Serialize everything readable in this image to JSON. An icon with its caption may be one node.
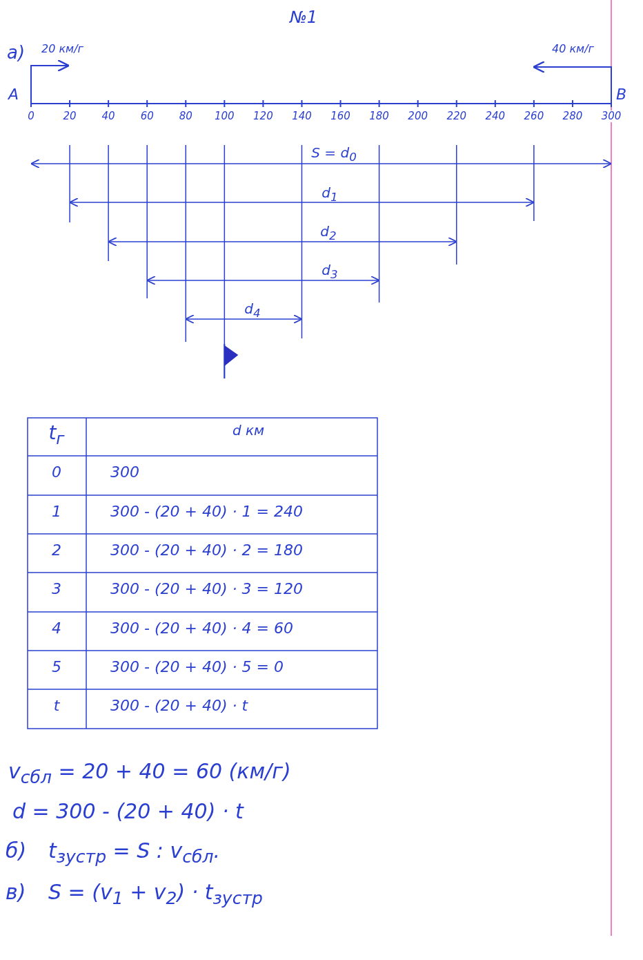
{
  "diagram": {
    "labels": [
      "№1",
      "а)",
      "20 км/г",
      "40 км/г",
      "A",
      "B",
      "0",
      "20",
      "40",
      "60",
      "80",
      "100",
      "120",
      "140",
      "160",
      "180",
      "200",
      "220",
      "240",
      "260",
      "280",
      "300",
      "S = d$_{0}$",
      "d$_{1}$",
      "d$_{2}$",
      "d$_{3}$",
      "d$_{4}$",
      "t$_{г}$",
      "d км",
      "0",
      "300",
      "1",
      "300 - (20 + 40) · 1 = 240",
      "2",
      "300 - (20 + 40) · 2 = 180",
      "3",
      "300 - (20 + 40) · 3 = 120",
      "4",
      "300 - (20 + 40) · 4 = 60",
      "5",
      "300 - (20 + 40) · 5 = 0",
      "t",
      "300 - (20 + 40) · t",
      "v$_{сбл}$ = 20 + 40 = 60 (км/г)",
      "d = 300 - (20 + 40) · t",
      "б)",
      "t$_{зустр}$ = S : v$_{сбл}$.",
      "в)",
      "S = (v$_{1}$ + v$_{2}$) · t$_{зустр}$"
    ]
  }
}
